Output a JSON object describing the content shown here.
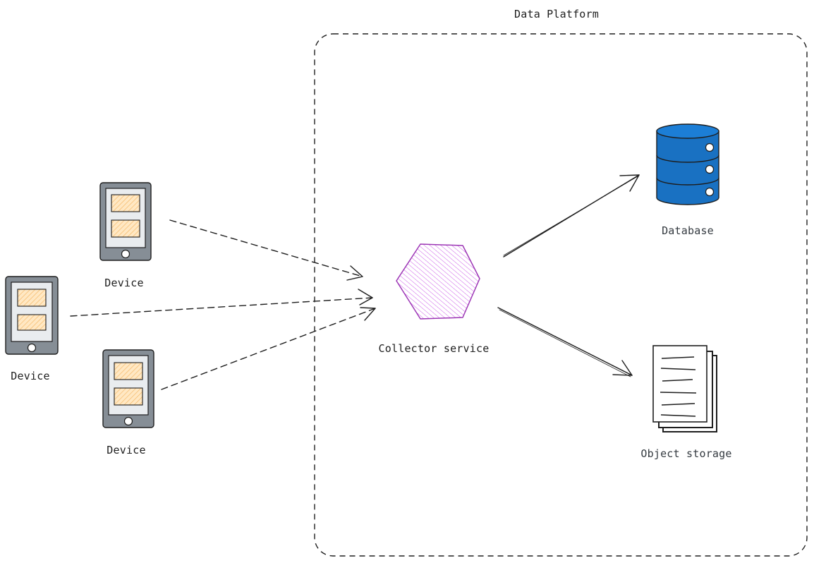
{
  "diagram": {
    "boundary_title": "Data Platform",
    "nodes": {
      "device_top": {
        "label": "Device",
        "kind": "mobile-device"
      },
      "device_left": {
        "label": "Device",
        "kind": "mobile-device"
      },
      "device_bottom": {
        "label": "Device",
        "kind": "mobile-device"
      },
      "collector": {
        "label": "Collector service",
        "kind": "hexagon"
      },
      "database": {
        "label": "Database",
        "kind": "database"
      },
      "object_storage": {
        "label": "Object storage",
        "kind": "documents"
      }
    },
    "edges": [
      {
        "from": "device_top",
        "to": "collector",
        "style": "dashed"
      },
      {
        "from": "device_left",
        "to": "collector",
        "style": "dashed"
      },
      {
        "from": "device_bottom",
        "to": "collector",
        "style": "dashed"
      },
      {
        "from": "collector",
        "to": "database",
        "style": "solid"
      },
      {
        "from": "collector",
        "to": "object_storage",
        "style": "solid"
      }
    ],
    "colors": {
      "stroke": "#1e1e1e",
      "device_body": "#868e96",
      "device_screen": "#e9ecef",
      "device_panel": "#ffd8a8",
      "device_panel_hatch": "#f08c00",
      "collector_stroke": "#9c36b5",
      "collector_fill": "#be4bdb",
      "database_fill": "#1971c2",
      "database_accent": "#228be6"
    }
  }
}
